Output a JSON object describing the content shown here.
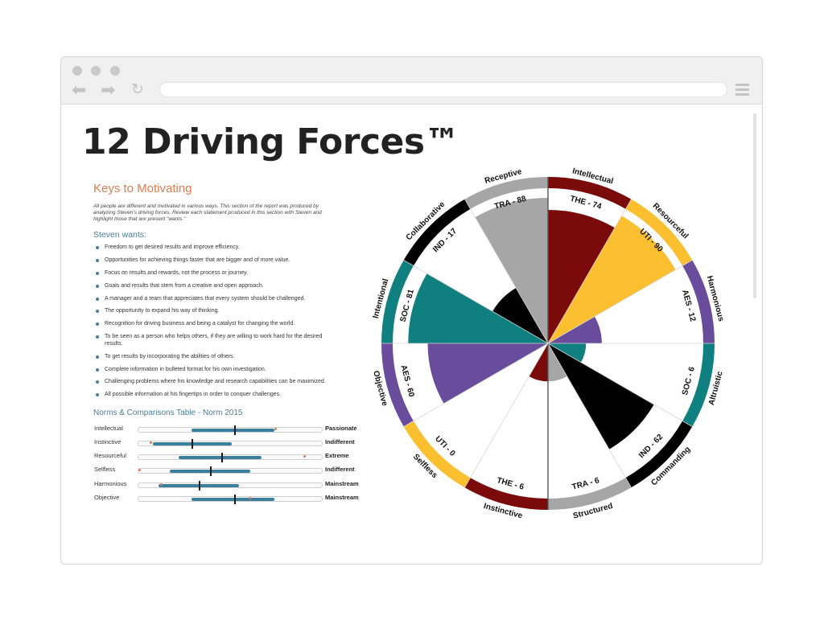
{
  "page": {
    "headline": "12 Driving Forces™"
  },
  "report": {
    "keys_title": "Keys to Motivating",
    "intro": "All people are different and motivated in various ways.  This section of the report was produced by analyzing Steven's driving forces.  Review each statement produced in this section with Steven and highlight those that are present \"wants.\"",
    "wants_title": "Steven wants:",
    "wants": [
      "Freedom to get desired results and improve efficiency.",
      "Opportunities for achieving things faster that are bigger and of more value.",
      "Focus on results and rewards, not the process or journey.",
      "Goals and results that stem from a creative and open approach.",
      "A manager and a team that appreciates that every system should be challenged.",
      "The opportunity to expand his way of thinking.",
      "Recognition for driving business and being a catalyst for changing the world.",
      "To be seen as a person who helps others, if they are willing to work hard for the desired results.",
      "To get results by incorporating the abilities of others.",
      "Complete information in bulleted format for his own investigation.",
      "Challenging problems where his knowledge and research capabilities can be maximized.",
      "All possible information at his fingertips in order to conquer challenges."
    ],
    "norms_title": "Norms & Comparisons Table - Norm 2015",
    "norms": [
      {
        "name": "Intellectual",
        "level": "Passionate",
        "band_start": 0.29,
        "band_end": 0.74,
        "mark": 0.52,
        "score": 0.74
      },
      {
        "name": "Instinctive",
        "level": "Indifferent",
        "band_start": 0.08,
        "band_end": 0.51,
        "mark": 0.29,
        "score": 0.06
      },
      {
        "name": "Resourceful",
        "level": "Extreme",
        "band_start": 0.22,
        "band_end": 0.67,
        "mark": 0.45,
        "score": 0.9
      },
      {
        "name": "Selfless",
        "level": "Indifferent",
        "band_start": 0.17,
        "band_end": 0.61,
        "mark": 0.39,
        "score": 0.0
      },
      {
        "name": "Harmonious",
        "level": "Mainstream",
        "band_start": 0.11,
        "band_end": 0.55,
        "mark": 0.33,
        "score": 0.12
      },
      {
        "name": "Objective",
        "level": "Mainstream",
        "band_start": 0.29,
        "band_end": 0.74,
        "mark": 0.52,
        "score": 0.6
      }
    ]
  },
  "chart_data": {
    "type": "polar-area",
    "range": [
      0,
      100
    ],
    "segments": [
      {
        "name": "Intellectual",
        "code": "THE",
        "value": 74,
        "color": "#7b0a0a",
        "ring_color": "#7b0a0a"
      },
      {
        "name": "Resourceful",
        "code": "UTI",
        "value": 90,
        "color": "#fbbf2f",
        "ring_color": "#fbbf2f"
      },
      {
        "name": "Harmonious",
        "code": "AES",
        "value": 12,
        "color": "#6a4c9c",
        "ring_color": "#6a4c9c"
      },
      {
        "name": "Altruistic",
        "code": "SOC",
        "value": 6,
        "color": "#0f7f7f",
        "ring_color": "#0f7f7f"
      },
      {
        "name": "Commanding",
        "code": "IND",
        "value": 62,
        "color": "#000000",
        "ring_color": "#000000"
      },
      {
        "name": "Structured",
        "code": "TRA",
        "value": 6,
        "color": "#a6a6a6",
        "ring_color": "#a6a6a6"
      },
      {
        "name": "Instinctive",
        "code": "THE",
        "value": 6,
        "color": "#7b0a0a",
        "ring_color": "#7b0a0a"
      },
      {
        "name": "Selfless",
        "code": "UTI",
        "value": 0,
        "color": "#fbbf2f",
        "ring_color": "#fbbf2f"
      },
      {
        "name": "Objective",
        "code": "AES",
        "value": 60,
        "color": "#6a4c9c",
        "ring_color": "#6a4c9c"
      },
      {
        "name": "Intentional",
        "code": "SOC",
        "value": 81,
        "color": "#0f7f7f",
        "ring_color": "#0f7f7f"
      },
      {
        "name": "Collaborative",
        "code": "IND",
        "value": 17,
        "color": "#000000",
        "ring_color": "#000000"
      },
      {
        "name": "Receptive",
        "code": "TRA",
        "value": 88,
        "color": "#a6a6a6",
        "ring_color": "#a6a6a6"
      }
    ]
  }
}
